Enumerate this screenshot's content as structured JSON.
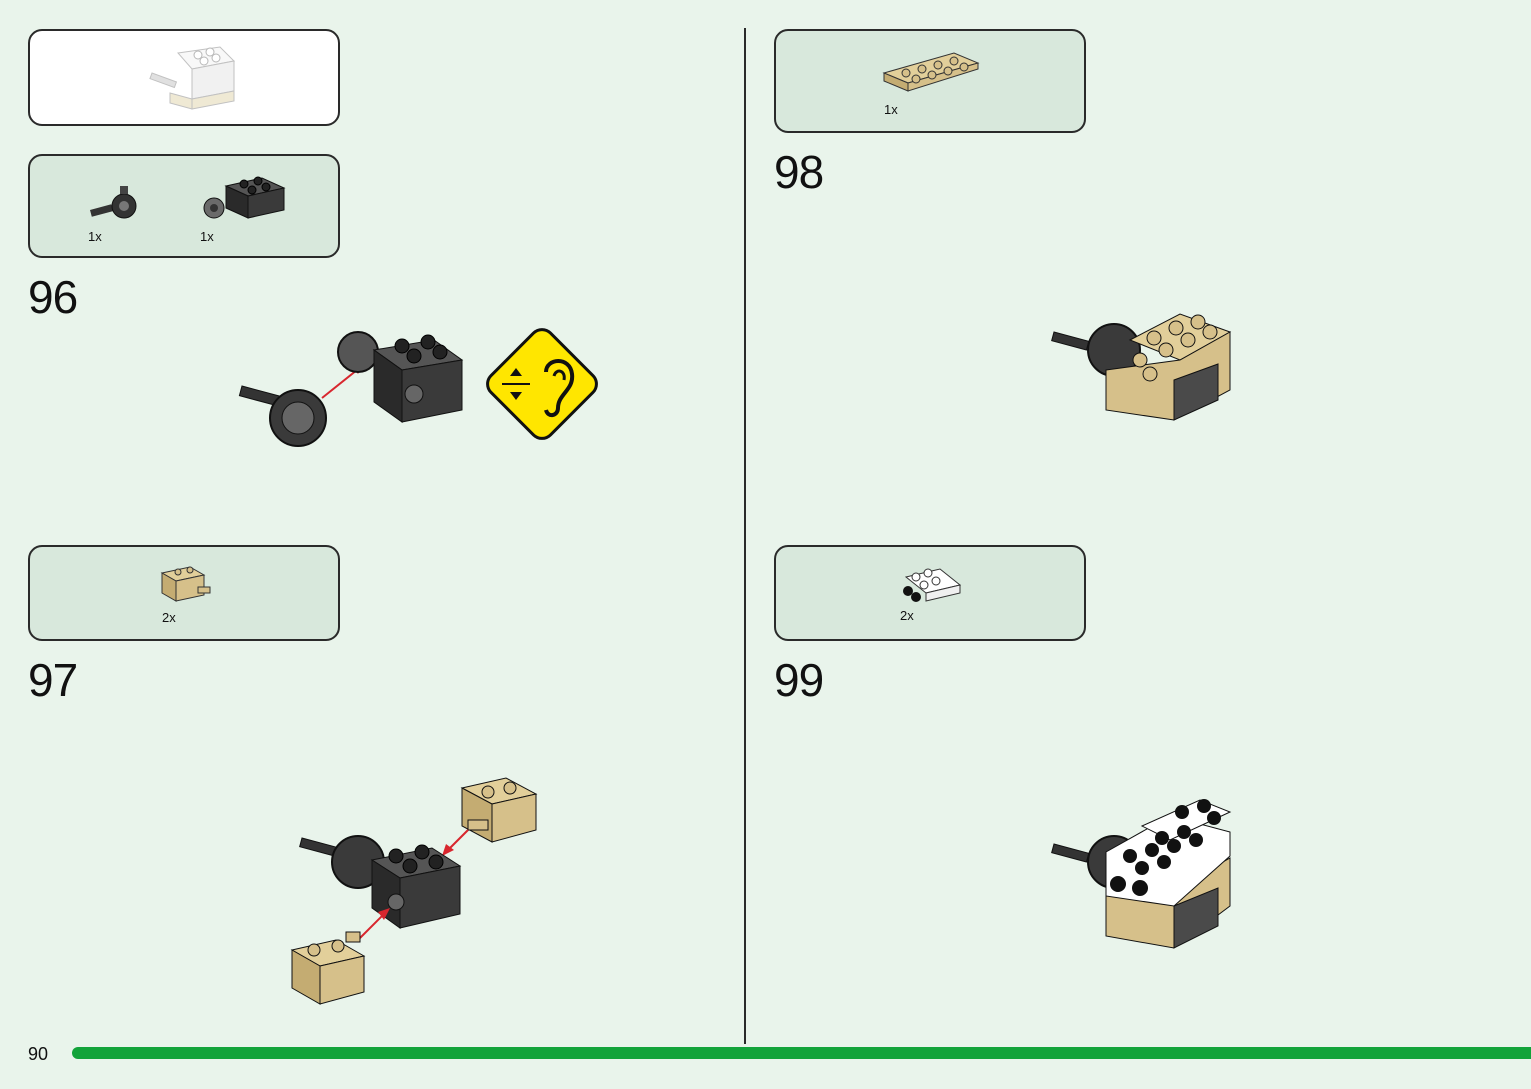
{
  "page": {
    "number": "90",
    "progress_fraction": 0.97
  },
  "left_column": {
    "submodel_preview": {
      "colors": [
        "#f2f2f2",
        "#e8dfc0"
      ]
    },
    "steps": [
      {
        "number": "96",
        "parts": [
          {
            "qty": "1x",
            "icon": "ball-joint-part-icon"
          },
          {
            "qty": "1x",
            "icon": "dark-gray-technic-brick-icon"
          }
        ],
        "callout": "listen-for-click-icon"
      },
      {
        "number": "97",
        "parts": [
          {
            "qty": "2x",
            "icon": "tan-brick-with-pin-icon"
          }
        ]
      }
    ]
  },
  "right_column": {
    "steps": [
      {
        "number": "98",
        "parts": [
          {
            "qty": "1x",
            "icon": "tan-plate-2x4-icon"
          }
        ]
      },
      {
        "number": "99",
        "parts": [
          {
            "qty": "2x",
            "icon": "white-plate-with-studs-icon"
          }
        ]
      }
    ]
  },
  "colors": {
    "background": "#e9f4eb",
    "parts_box": "#d8e8dc",
    "progress_bar": "#12a33a",
    "callout_yellow": "#ffe600",
    "arrow": "#d8262e",
    "tan": "#d6c08a",
    "dark_gray": "#3a3a3a"
  }
}
